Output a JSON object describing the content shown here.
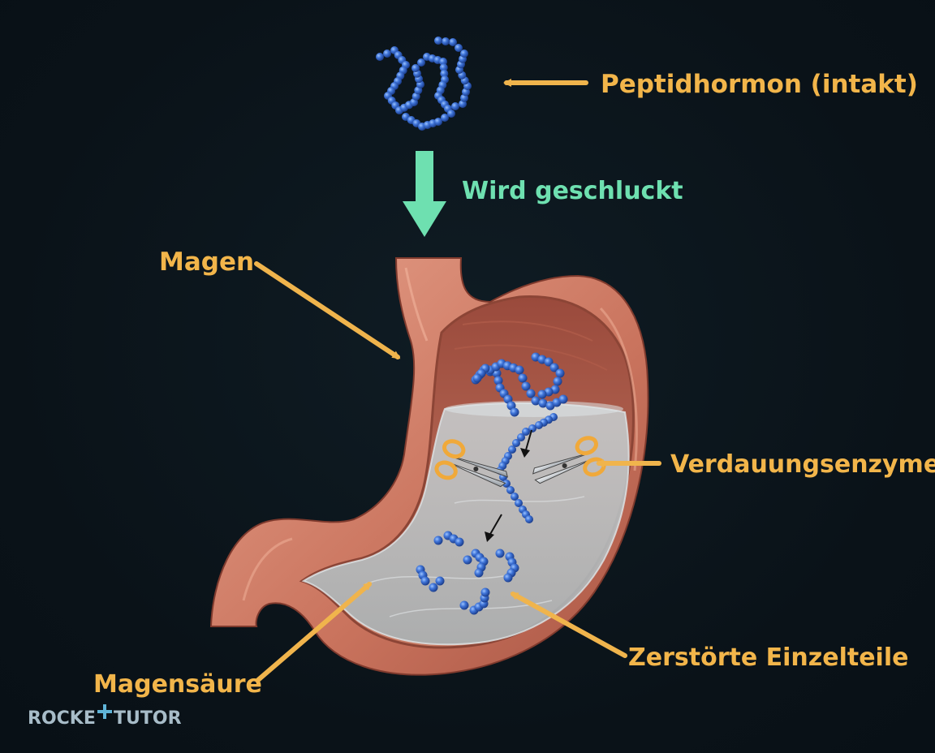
{
  "labels": {
    "peptide": "Peptidhormon (intakt)",
    "swallowed": "Wird geschluckt",
    "stomach": "Magen",
    "enzymes": "Verdauungsenzyme",
    "fragments": "Zerstörte Einzelteile",
    "acid": "Magensäure"
  },
  "logo": {
    "text_left": "ROCKE",
    "text_right": "TUTOR"
  },
  "colors": {
    "label": "#f2b54a",
    "arrow": "#f0b44c",
    "swallow": "#6ee0b0",
    "bead": "#3f74d8",
    "tissue": "#d98a72",
    "background": "#0b141b"
  }
}
